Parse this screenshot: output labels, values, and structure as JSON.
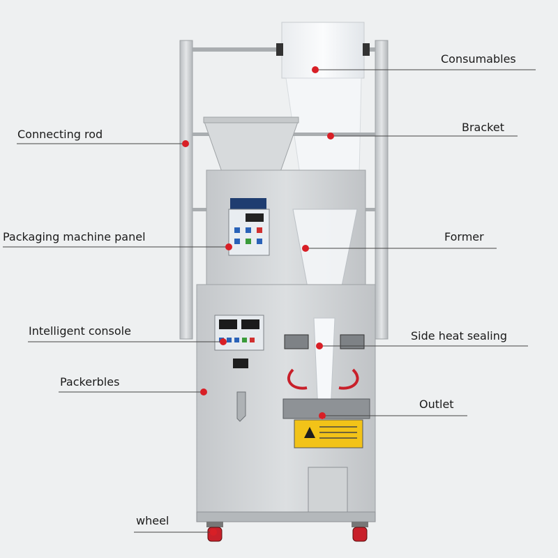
{
  "diagram": {
    "subject": "vertical packaging machine",
    "labels": [
      {
        "id": "consumables",
        "text": "Consumables"
      },
      {
        "id": "connecting-rod",
        "text": "Connecting rod"
      },
      {
        "id": "bracket",
        "text": "Bracket"
      },
      {
        "id": "packaging-machine-panel",
        "text": "Packaging machine panel"
      },
      {
        "id": "former",
        "text": "Former"
      },
      {
        "id": "intelligent-console",
        "text": "Intelligent console"
      },
      {
        "id": "side-heat-sealing",
        "text": "Side heat sealing"
      },
      {
        "id": "packerbles",
        "text": "Packerbles"
      },
      {
        "id": "outlet",
        "text": "Outlet"
      },
      {
        "id": "wheel",
        "text": "wheel"
      }
    ],
    "colors": {
      "background": "#eef0f1",
      "steel": "#c9ccce",
      "steel_dark": "#9ea2a5",
      "marker": "#d81f26",
      "leader": "#444444",
      "warning_yellow": "#f2c318",
      "wheel_red": "#c8202a"
    }
  }
}
